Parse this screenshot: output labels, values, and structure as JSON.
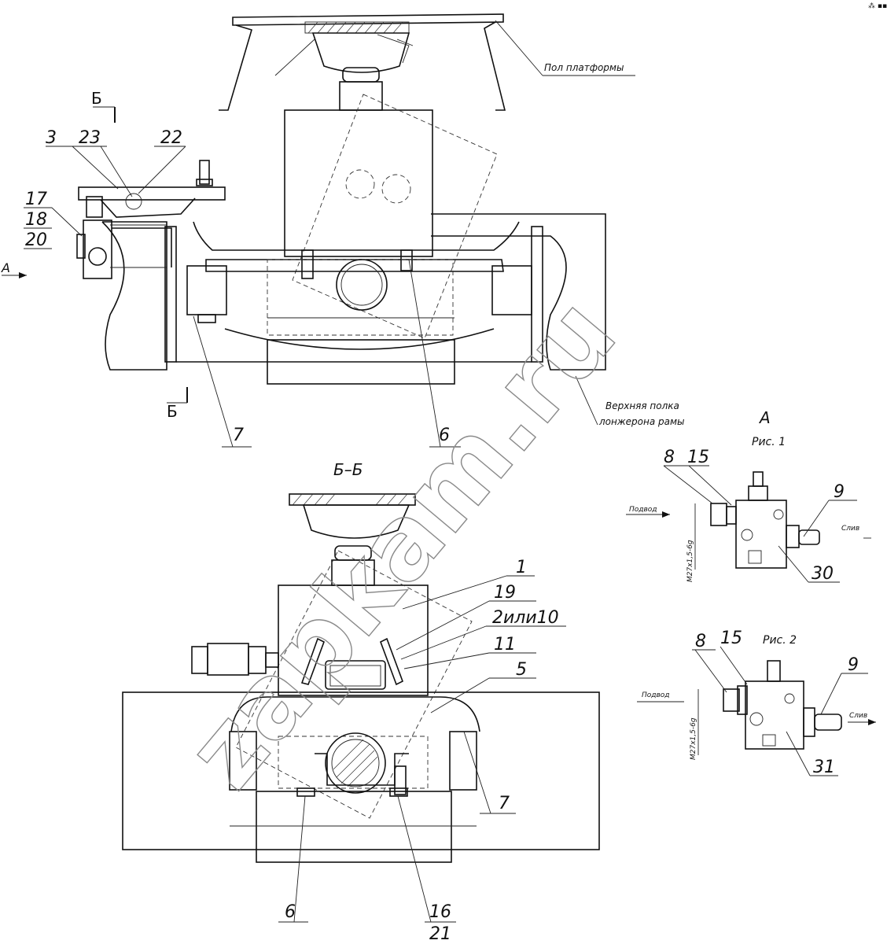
{
  "watermark": "zapkam.ru",
  "corner_mark": "⁂ ▪▪▪",
  "notes": {
    "platform_floor": "Пол платформы",
    "frame_flange_line1": "Верхняя полка",
    "frame_flange_line2": "лонжерона рамы",
    "view_a": "А",
    "fig1": "Рис. 1",
    "fig2": "Рис. 2",
    "section": "Б–Б",
    "section_mark": "Б",
    "arrow_a": "А",
    "supply": "Подвод",
    "drain": "Слив",
    "thread1": "М27х1,5-6g",
    "thread2": "М27х1,5-6g"
  },
  "callouts": {
    "c1": "1",
    "c2": "2или10",
    "c3": "3",
    "c5": "5",
    "c6a": "6",
    "c6b": "6",
    "c7a": "7",
    "c7b": "7",
    "c8a": "8",
    "c8b": "8",
    "c9a": "9",
    "c9b": "9",
    "c11": "11",
    "c15a": "15",
    "c15b": "15",
    "c16": "16",
    "c17": "17",
    "c18": "18",
    "c19": "19",
    "c20": "20",
    "c21": "21",
    "c22": "22",
    "c23": "23",
    "c30": "30",
    "c31": "31"
  }
}
